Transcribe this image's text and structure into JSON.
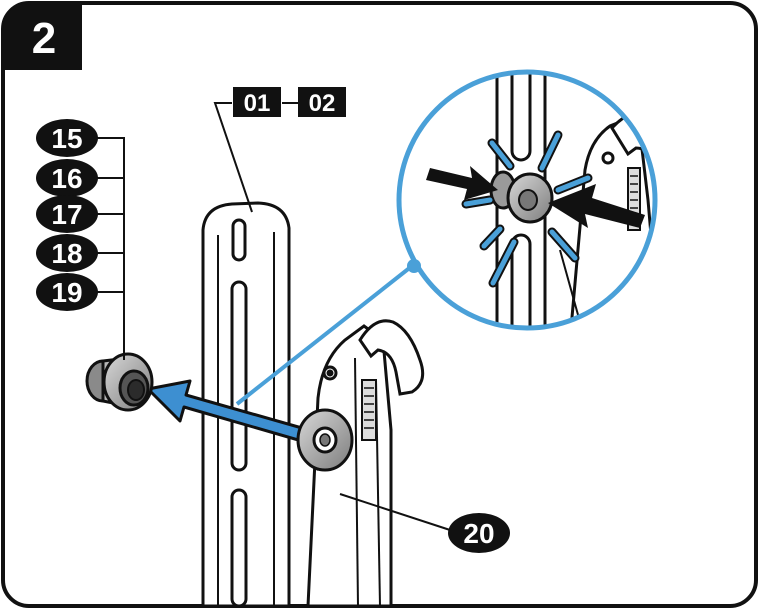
{
  "step": {
    "number": "2"
  },
  "parts": {
    "bracket_labels": [
      "01",
      "02"
    ],
    "hardware_labels": [
      "15",
      "16",
      "17",
      "18",
      "19"
    ],
    "arm_label": "20"
  },
  "colors": {
    "frame": "#111111",
    "step_badge": "#111111",
    "accent_blue": "#4aa0d8",
    "arrow_blue": "#3d8fd1",
    "part_fill": "#ffffff",
    "washer_grey": "#9a9a9a"
  },
  "icons": {
    "insert_arrow": "arrow-left-icon",
    "press_arrows": "arrow-right-icon",
    "callout": "magnifier-callout-icon"
  }
}
